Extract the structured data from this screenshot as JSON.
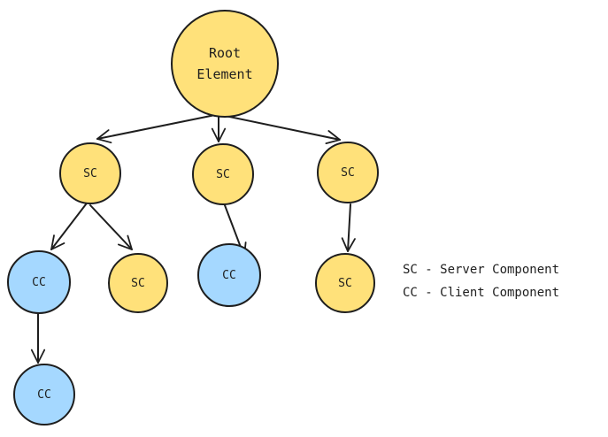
{
  "diagram": {
    "colors": {
      "server": "#ffe17a",
      "client": "#a5d8ff",
      "stroke": "#1e1e1e",
      "text": "#1e1e1e"
    },
    "nodes": {
      "root": {
        "line1": "Root",
        "line2": "Element",
        "kind": "server"
      },
      "sc_left": {
        "label": "SC",
        "kind": "server"
      },
      "sc_mid": {
        "label": "SC",
        "kind": "server"
      },
      "sc_right": {
        "label": "SC",
        "kind": "server"
      },
      "cc_left": {
        "label": "CC",
        "kind": "client"
      },
      "sc_left_child": {
        "label": "SC",
        "kind": "server"
      },
      "cc_mid": {
        "label": "CC",
        "kind": "client"
      },
      "sc_right_child": {
        "label": "SC",
        "kind": "server"
      },
      "cc_bottom": {
        "label": "CC",
        "kind": "client"
      }
    },
    "edges": [
      [
        "root",
        "sc_left"
      ],
      [
        "root",
        "sc_mid"
      ],
      [
        "root",
        "sc_right"
      ],
      [
        "sc_left",
        "cc_left"
      ],
      [
        "sc_left",
        "sc_left_child"
      ],
      [
        "sc_mid",
        "cc_mid"
      ],
      [
        "sc_right",
        "sc_right_child"
      ],
      [
        "cc_left",
        "cc_bottom"
      ]
    ],
    "legend": {
      "line1": "SC - Server Component",
      "line2": "CC - Client Component"
    }
  }
}
